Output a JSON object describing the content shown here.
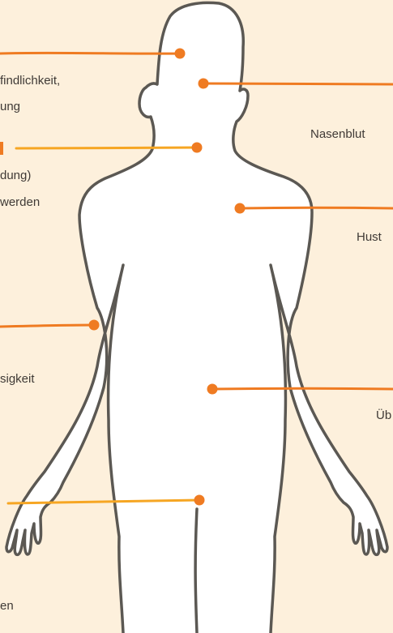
{
  "colors": {
    "background": "#fdf0dc",
    "body_fill": "#ffffff",
    "body_outline": "#5b5853",
    "line_orange": "#ef7b22",
    "line_yellow": "#f6a623",
    "text": "#3f3a36"
  },
  "labels": {
    "left_head_line1": "findlichkeit,",
    "left_head_line2": "ung",
    "left_neck_line1": "dung)",
    "left_neck_line2": "werden",
    "left_arm": "sigkeit",
    "left_bottom": "en",
    "right_nose": "Nasenblut",
    "right_chest": "Hust",
    "right_abdomen": "Üb"
  }
}
